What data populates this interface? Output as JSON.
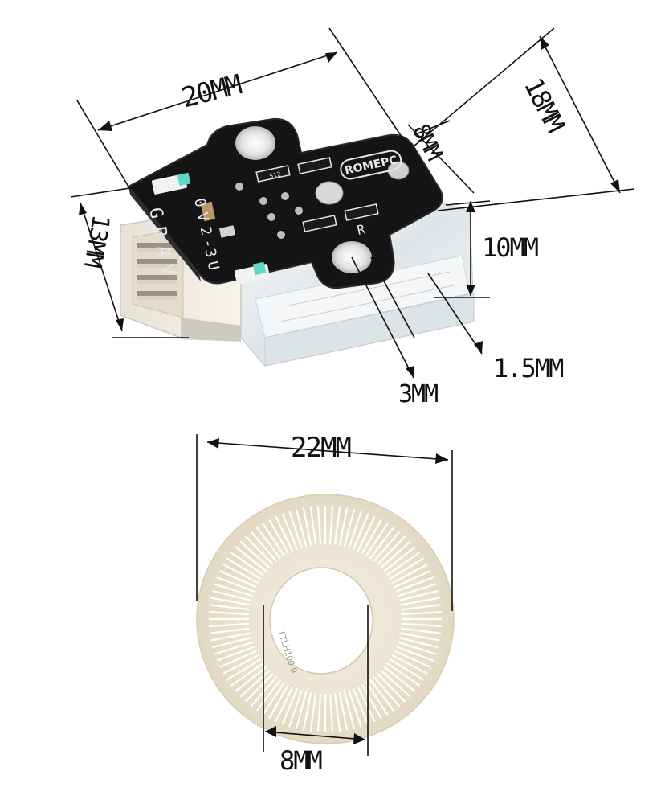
{
  "labels": {
    "d20": "20MM",
    "d18": "18MM",
    "d8": "8MM",
    "d13": "13MM",
    "d10": "10MM",
    "d15": "1.5MM",
    "d3": "3MM",
    "d22": "22MM",
    "d8b": "8MM"
  },
  "board": {
    "brand": "ROMEPC",
    "pins": [
      "G",
      "B",
      "A",
      "V"
    ],
    "pins2": [
      "0",
      "V",
      "2",
      "-",
      "3",
      "U"
    ],
    "side": "R",
    "res": "512"
  },
  "disc": {
    "code": "TTLH100-9"
  },
  "colors": {
    "pcb": "#141414",
    "pcb_edge": "#2a2a2a",
    "silk": "#e8e8e8",
    "disc": "#e9e1d0",
    "disc_edge": "#d8ccb4",
    "slot": "#ffffff",
    "clear": "#e9eef1",
    "connector": "#f1eee6"
  }
}
